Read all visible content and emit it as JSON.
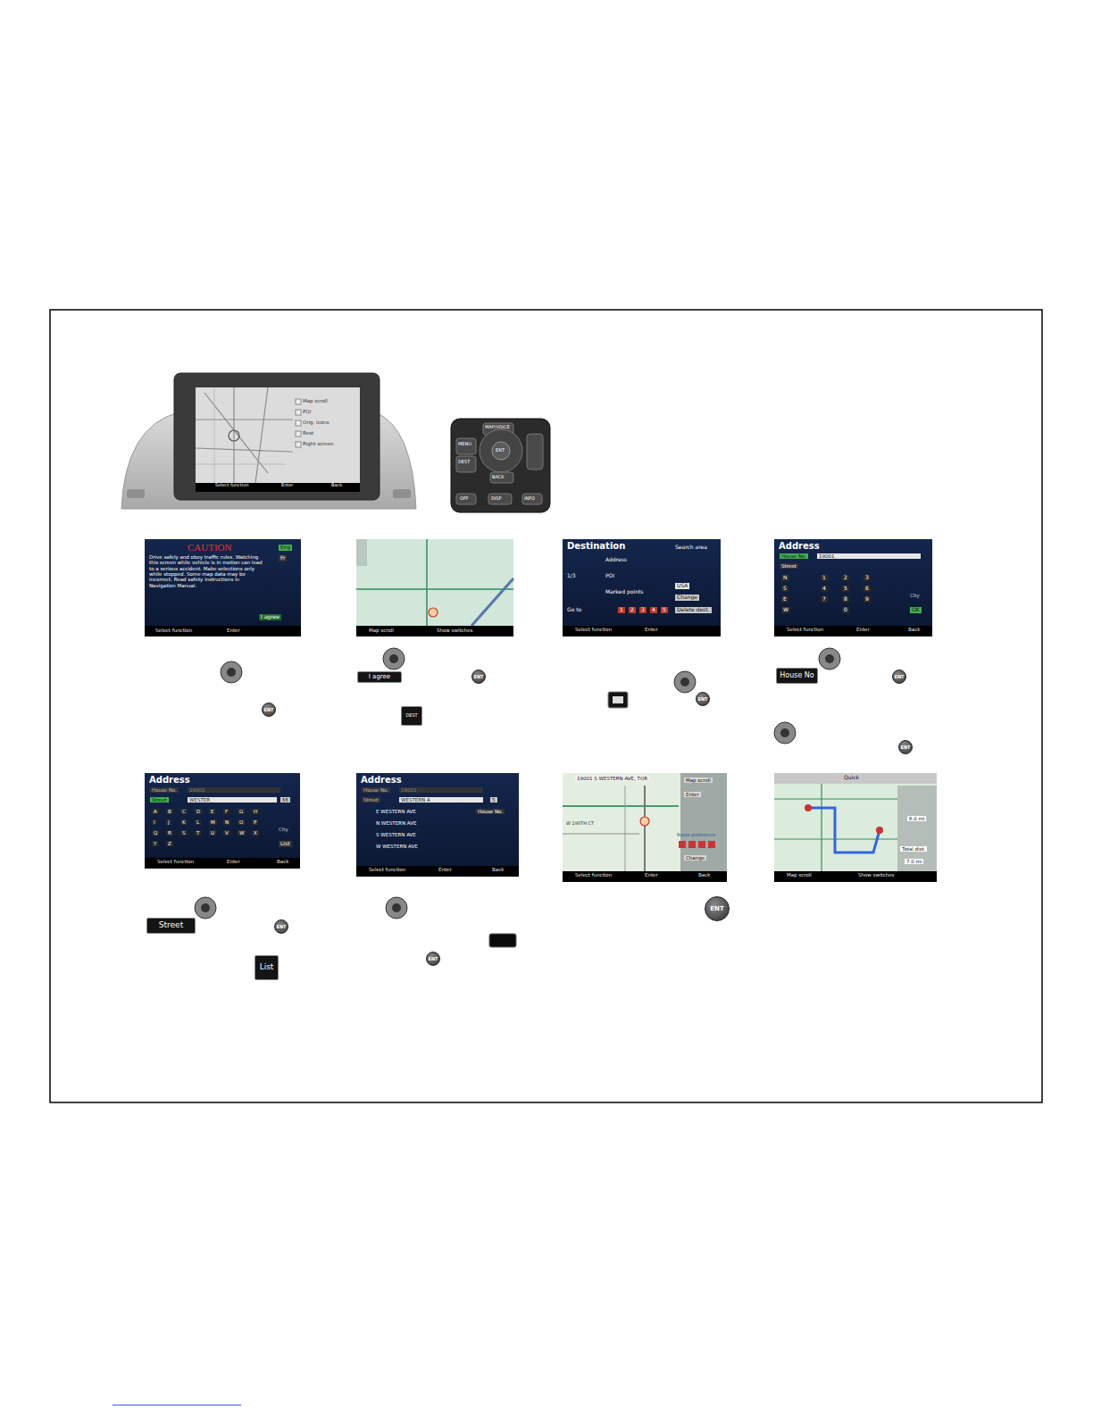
{
  "diagram": {
    "nodes": [
      {
        "text": [
          "Map scroll",
          "POI",
          "Orig. icons",
          "Rest",
          "Right screen",
          "Select function",
          "Enter",
          "Back"
        ]
      },
      {
        "text": [
          "MAP/VOICE",
          "MENU",
          "DEST",
          "ENT",
          "BACK",
          "OFF",
          "DISP",
          "INFO"
        ]
      },
      {
        "text": [
          "CAUTION",
          "Drive safely and obey traffic rules. Watching this screen while vehicle is in motion can lead to a serious accident. Make selections only while stopped. Some map data may be incorrect. Read safety instructions in Navigation Manual.",
          "Eng",
          "Fr",
          "I agree",
          "Select function",
          "Enter"
        ]
      },
      {
        "text": [
          "Map scroll",
          "Show switches"
        ]
      },
      {
        "text": [
          "Destination",
          "Search area",
          "Address",
          "POI",
          "Marked points",
          "1/3",
          "USA",
          "Change",
          "Go to",
          "1",
          "2",
          "3",
          "4",
          "5",
          "Delete dest.",
          "Select function",
          "Enter"
        ]
      },
      {
        "text": [
          "Address",
          "House No.",
          "19001_",
          "Street",
          "N",
          "S",
          "E",
          "W",
          "1",
          "2",
          "3",
          "4",
          "5",
          "6",
          "7",
          "8",
          "9",
          "0",
          "City",
          "OK",
          "Select function",
          "Enter",
          "Back"
        ]
      },
      {
        "text": [
          "I agree"
        ]
      },
      {
        "text": [
          "DEST"
        ]
      },
      {
        "text": [
          "House No"
        ]
      },
      {
        "text": [
          "Address",
          "House No.",
          "19001",
          "Street",
          "WESTER_",
          "66",
          "A",
          "B",
          "C",
          "D",
          "E",
          "F",
          "G",
          "H",
          "I",
          "J",
          "K",
          "L",
          "M",
          "N",
          "O",
          "P",
          "Q",
          "R",
          "S",
          "T",
          "U",
          "V",
          "W",
          "X",
          "Y",
          "Z",
          "City",
          "List",
          "Select function",
          "Enter",
          "Back"
        ]
      },
      {
        "text": [
          "Address",
          "House No.",
          "19001",
          "Street",
          "WESTERN A",
          "5",
          "House No.",
          "E WESTERN AVE",
          "N WESTERN AVE",
          "S WESTERN AVE",
          "W WESTERN AVE",
          "Select function",
          "Enter",
          "Back"
        ]
      },
      {
        "text": [
          "19001 S WESTERN AVE, TOR",
          "Map scroll",
          "Enter",
          "W 190TH CT",
          "Route preference",
          "Change",
          "Select function",
          "Enter",
          "Back"
        ]
      },
      {
        "text": [
          "Quick",
          "6.0 mi",
          "Total dist.",
          "7.0 mi",
          "Map scroll",
          "Show switches"
        ]
      },
      {
        "text": [
          "Street"
        ]
      },
      {
        "text": [
          "List"
        ]
      }
    ],
    "labels": [
      "ENT",
      "ENT",
      "ENT",
      "ENT",
      "ENT",
      "ENT",
      "ENT",
      "ENT"
    ]
  }
}
